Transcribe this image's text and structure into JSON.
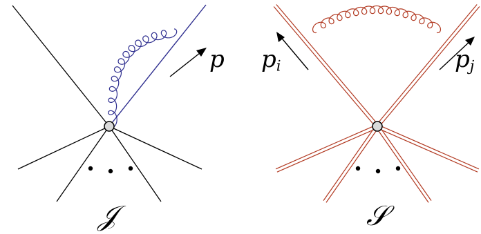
{
  "jet_diagram": {
    "caption": "𝒥",
    "momentum_label": "p",
    "line_color": "#000000",
    "gluon_color": "#2e2e8f",
    "vertex_fill": "#d9d9d9"
  },
  "soft_diagram": {
    "caption": "𝒮",
    "momentum_label_left": "p",
    "momentum_label_left_sub": "i",
    "momentum_label_right": "p",
    "momentum_label_right_sub": "j",
    "line_color": "#b23a22",
    "gluon_color": "#b23a22",
    "vertex_fill": "#d9d9d9"
  }
}
